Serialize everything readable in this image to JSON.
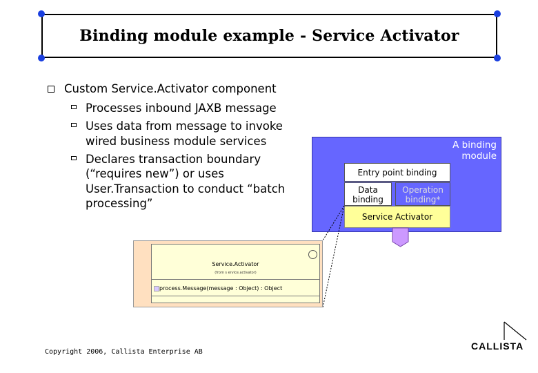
{
  "title": "Binding module example - Service Activator",
  "bullets": {
    "main": "Custom Service.Activator component",
    "sub": [
      [
        "Processes inbound JAXB message"
      ],
      [
        "Uses data from message to invoke",
        "wired business module services"
      ],
      [
        "Declares transaction boundary",
        "(“requires new”) or uses",
        "User.Transaction to conduct “batch",
        "processing”"
      ]
    ]
  },
  "module": {
    "label_line1": "A binding",
    "label_line2": "module",
    "entry_point": "Entry point binding",
    "data_binding_line1": "Data",
    "data_binding_line2": "binding",
    "operation_binding_line1": "Operation",
    "operation_binding_line2": "binding*",
    "service_activator": "Service Activator"
  },
  "uml_class": {
    "name": "Service.Activator",
    "stereotype": "(from s ervice.activator)",
    "operation": "process.Message(message : Object) : Object"
  },
  "copyright": "Copyright 2006, Callista Enterprise AB",
  "logo": "CALLISTA",
  "colors": {
    "corner_dot": "#1a3fe0",
    "module_fill": "#6666ff",
    "service_activator_fill": "#ffff99",
    "connector_fill": "#cc99ff",
    "uml_outer_fill": "#ffe0c0",
    "uml_inner_fill": "#ffffd8"
  }
}
